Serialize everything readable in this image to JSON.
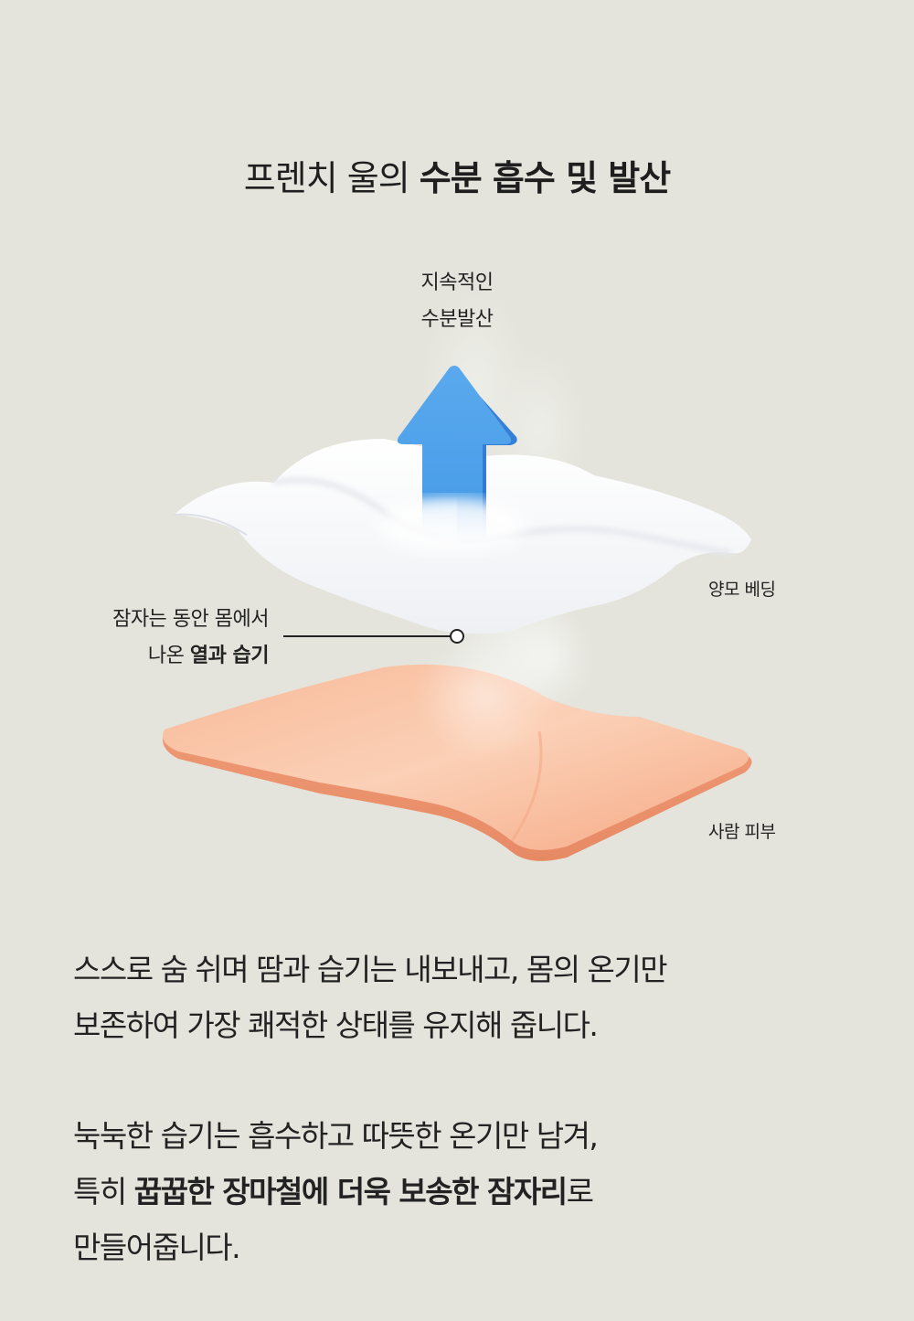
{
  "title": {
    "light": "프렌치 울의 ",
    "bold": "수분 흡수 및 발산"
  },
  "diagram": {
    "top_label": {
      "line1": "지속적인",
      "line2": "수분발산"
    },
    "left_label": {
      "line1": "잠자는 동안 몸에서",
      "line2_light": "나온 ",
      "line2_bold": "열과 습기"
    },
    "wool_label": "양모 베딩",
    "skin_label": "사람 피부",
    "icons": {
      "arrow": "up-arrow-icon",
      "wool": "wool-bedding-layer",
      "skin": "human-skin-layer",
      "steam": "steam-vapor"
    },
    "colors": {
      "arrow_light": "#6fb8f2",
      "arrow_dark": "#2f7fd8",
      "wool": "#ffffff",
      "skin": "#f5b08f",
      "skin_edge": "#e98e6a",
      "leader_line": "#222222"
    }
  },
  "paragraph1": {
    "line1": "스스로 숨 쉬며 땀과 습기는 내보내고, 몸의 온기만",
    "line2": "보존하여 가장 쾌적한 상태를 유지해 줍니다."
  },
  "paragraph2": {
    "line1": "눅눅한 습기는 흡수하고 따뜻한 온기만 남겨,",
    "line2_light_start": "특히 ",
    "line2_bold": "꿉꿉한 장마철에 더욱 보송한 잠자리",
    "line2_light_end": "로",
    "line3": "만들어줍니다."
  },
  "background_color": "#e4e4dc"
}
